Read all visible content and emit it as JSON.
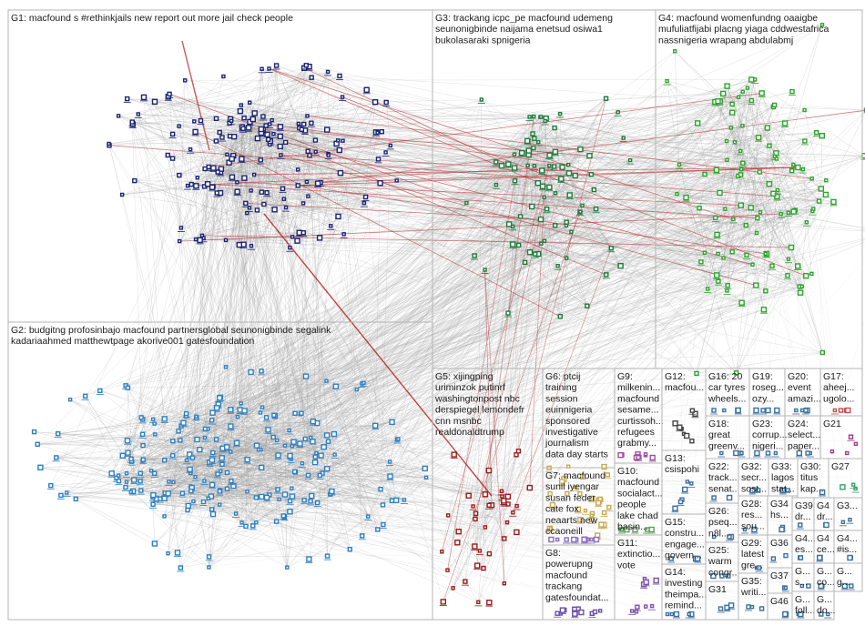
{
  "groups": [
    {
      "id": "G1",
      "lines": [
        "G1: macfound s #rethinkjails new report out more jail check people"
      ],
      "color": "#1a2472"
    },
    {
      "id": "G2",
      "lines": [
        "G2: budgitng profosinbajo macfound partnersglobal seunonigbinde segalink",
        "kadariaahmed matthewtpage akorive001 gatesfoundation"
      ],
      "color": "#2f7fc0"
    },
    {
      "id": "G3",
      "lines": [
        "G3: trackang icpc_pe macfound udemeng",
        "seunonigbinde naijama enetsud osiwa1",
        "bukolasaraki spnigeria"
      ],
      "color": "#1e7a3c"
    },
    {
      "id": "G4",
      "lines": [
        "G4: macfound womenfundng oaaigbe",
        "mufuliatfijabi placng yiaga cddwestafrica",
        "nassnigeria wrapang abdulabmj"
      ],
      "color": "#2fa32f"
    },
    {
      "id": "G5",
      "lines": [
        "G5: xijingping",
        "uriminzok putinrf",
        "washingtonpost nbc",
        "derspiegel lemondefr",
        "cnn msnbc",
        "realdonaldtrump"
      ],
      "color": "#9b1b1b"
    },
    {
      "id": "G6",
      "lines": [
        "G6: ptcij",
        "training",
        "session",
        "euinnigeria",
        "sponsored",
        "investigative",
        "journalism",
        "data day starts"
      ],
      "color": "#c9a84e"
    },
    {
      "id": "G7",
      "lines": [
        "G7: macfound",
        "sunil iyengar",
        "susan feder",
        "cate fox",
        "neaarts new",
        "ccaoneill"
      ],
      "color": "#8a6bbf"
    },
    {
      "id": "G8",
      "lines": [
        "G8:",
        "powerupng",
        "macfound",
        "trackang",
        "gatesfoundat..."
      ],
      "color": "#6b4fa8"
    },
    {
      "id": "G9",
      "lines": [
        "G9:",
        "milkenin...",
        "macfound",
        "sesame...",
        "curtissoh...",
        "refugees",
        "grabmy..."
      ],
      "color": "#a04fa0"
    },
    {
      "id": "G10",
      "lines": [
        "G10:",
        "macfound",
        "socialact...",
        "people",
        "lake chad",
        "basin..."
      ],
      "color": "#5f9f5f"
    },
    {
      "id": "G11",
      "lines": [
        "G11:",
        "extinctio...",
        "vote"
      ],
      "color": "#7a4fb0"
    },
    {
      "id": "G12",
      "lines": [
        "G12:",
        "macfou..."
      ],
      "color": "#444444"
    },
    {
      "id": "G13",
      "lines": [
        "G13:",
        "csispohi"
      ],
      "color": "#3a6fa0"
    },
    {
      "id": "G14",
      "lines": [
        "G14:",
        "investing",
        "theimpa...",
        "remind..."
      ],
      "color": "#3a6fa0"
    },
    {
      "id": "G15",
      "lines": [
        "G15:",
        "constru...",
        "engage...",
        "govern..."
      ],
      "color": "#3a6fa0"
    },
    {
      "id": "G16",
      "lines": [
        "G16: 20",
        "car tyres",
        "wheels..."
      ],
      "color": "#3a6fa0"
    },
    {
      "id": "G17",
      "lines": [
        "G17:",
        "aheej...",
        "ugolo..."
      ],
      "color": "#c04f4f"
    },
    {
      "id": "G18",
      "lines": [
        "G18:",
        "great",
        "greenv..."
      ],
      "color": "#3a6fa0"
    },
    {
      "id": "G19",
      "lines": [
        "G19:",
        "roseg...",
        "ozy..."
      ],
      "color": "#3a6fa0"
    },
    {
      "id": "G20",
      "lines": [
        "G20:",
        "event",
        "amazi..."
      ],
      "color": "#3a6fa0"
    },
    {
      "id": "G21",
      "lines": [
        "G21"
      ],
      "color": "#a03a8a"
    },
    {
      "id": "G22",
      "lines": [
        "G22:",
        "track...",
        "senat..."
      ],
      "color": "#3a6fa0"
    },
    {
      "id": "G23",
      "lines": [
        "G23:",
        "corrup...",
        "nigeri..."
      ],
      "color": "#3a6fa0"
    },
    {
      "id": "G24",
      "lines": [
        "G24:",
        "select...",
        "paper..."
      ],
      "color": "#3a6fa0"
    },
    {
      "id": "G25",
      "lines": [
        "G25:",
        "warm",
        "congr..."
      ],
      "color": "#3a6fa0"
    },
    {
      "id": "G26",
      "lines": [
        "G26:",
        "pseq...",
        "n8l..."
      ],
      "color": "#3a6fa0"
    },
    {
      "id": "G27",
      "lines": [
        "G27"
      ],
      "color": "#3a9f6f"
    },
    {
      "id": "G28",
      "lines": [
        "G28:",
        "res...",
        "sou..."
      ],
      "color": "#3a6fa0"
    },
    {
      "id": "G29",
      "lines": [
        "G29:",
        "latest",
        "gre..."
      ],
      "color": "#3a6fa0"
    },
    {
      "id": "G30",
      "lines": [
        "G30:",
        "titus",
        "kap..."
      ],
      "color": "#3a6fa0"
    },
    {
      "id": "G31",
      "lines": [
        "G31"
      ],
      "color": "#3a6fa0"
    },
    {
      "id": "G32",
      "lines": [
        "G32:",
        "secr...",
        "sost..."
      ],
      "color": "#3a6fa0"
    },
    {
      "id": "G33",
      "lines": [
        "G33:",
        "lagos",
        "stat..."
      ],
      "color": "#3a6fa0"
    },
    {
      "id": "G34",
      "lines": [
        "G34",
        "hs..."
      ],
      "color": "#3a6fa0"
    },
    {
      "id": "G35",
      "lines": [
        "G35:",
        "writi..."
      ],
      "color": "#3a6fa0"
    },
    {
      "id": "G36",
      "lines": [
        "G36"
      ],
      "color": "#3a6fa0"
    },
    {
      "id": "G37",
      "lines": [
        "G37"
      ],
      "color": "#3a6fa0"
    },
    {
      "id": "G38",
      "lines": [
        "G3..."
      ],
      "color": "#3a6fa0"
    },
    {
      "id": "G39",
      "lines": [
        "G39",
        "dr..."
      ],
      "color": "#3a6fa0"
    },
    {
      "id": "G40",
      "lines": [
        "G4...",
        "es..."
      ],
      "color": "#3a6fa0"
    },
    {
      "id": "G41",
      "lines": [
        "G4...",
        "#is..."
      ],
      "color": "#3a6fa0"
    },
    {
      "id": "G42",
      "lines": [
        "G4",
        "ce..."
      ],
      "color": "#3a6fa0"
    },
    {
      "id": "G43",
      "lines": [
        "G...",
        "s..."
      ],
      "color": "#3a6fa0"
    },
    {
      "id": "G44",
      "lines": [
        "G...",
        "co..."
      ],
      "color": "#3a6fa0"
    },
    {
      "id": "G45",
      "lines": [
        "G...",
        "g..."
      ],
      "color": "#3a6fa0"
    },
    {
      "id": "G46",
      "lines": [
        "G46"
      ],
      "color": "#3a6fa0"
    },
    {
      "id": "G47",
      "lines": [
        "G...",
        "foll..."
      ],
      "color": "#3a6fa0"
    },
    {
      "id": "G48",
      "lines": [
        "G...",
        "do..."
      ],
      "color": "#3a6fa0"
    },
    {
      "id": "G49",
      "lines": [
        "G4",
        "dr..."
      ],
      "color": "#3a6fa0"
    }
  ],
  "colors": {
    "edge_gray": "#9a9a9a",
    "edge_red": "#b01818",
    "border": "#b4b4b4"
  }
}
